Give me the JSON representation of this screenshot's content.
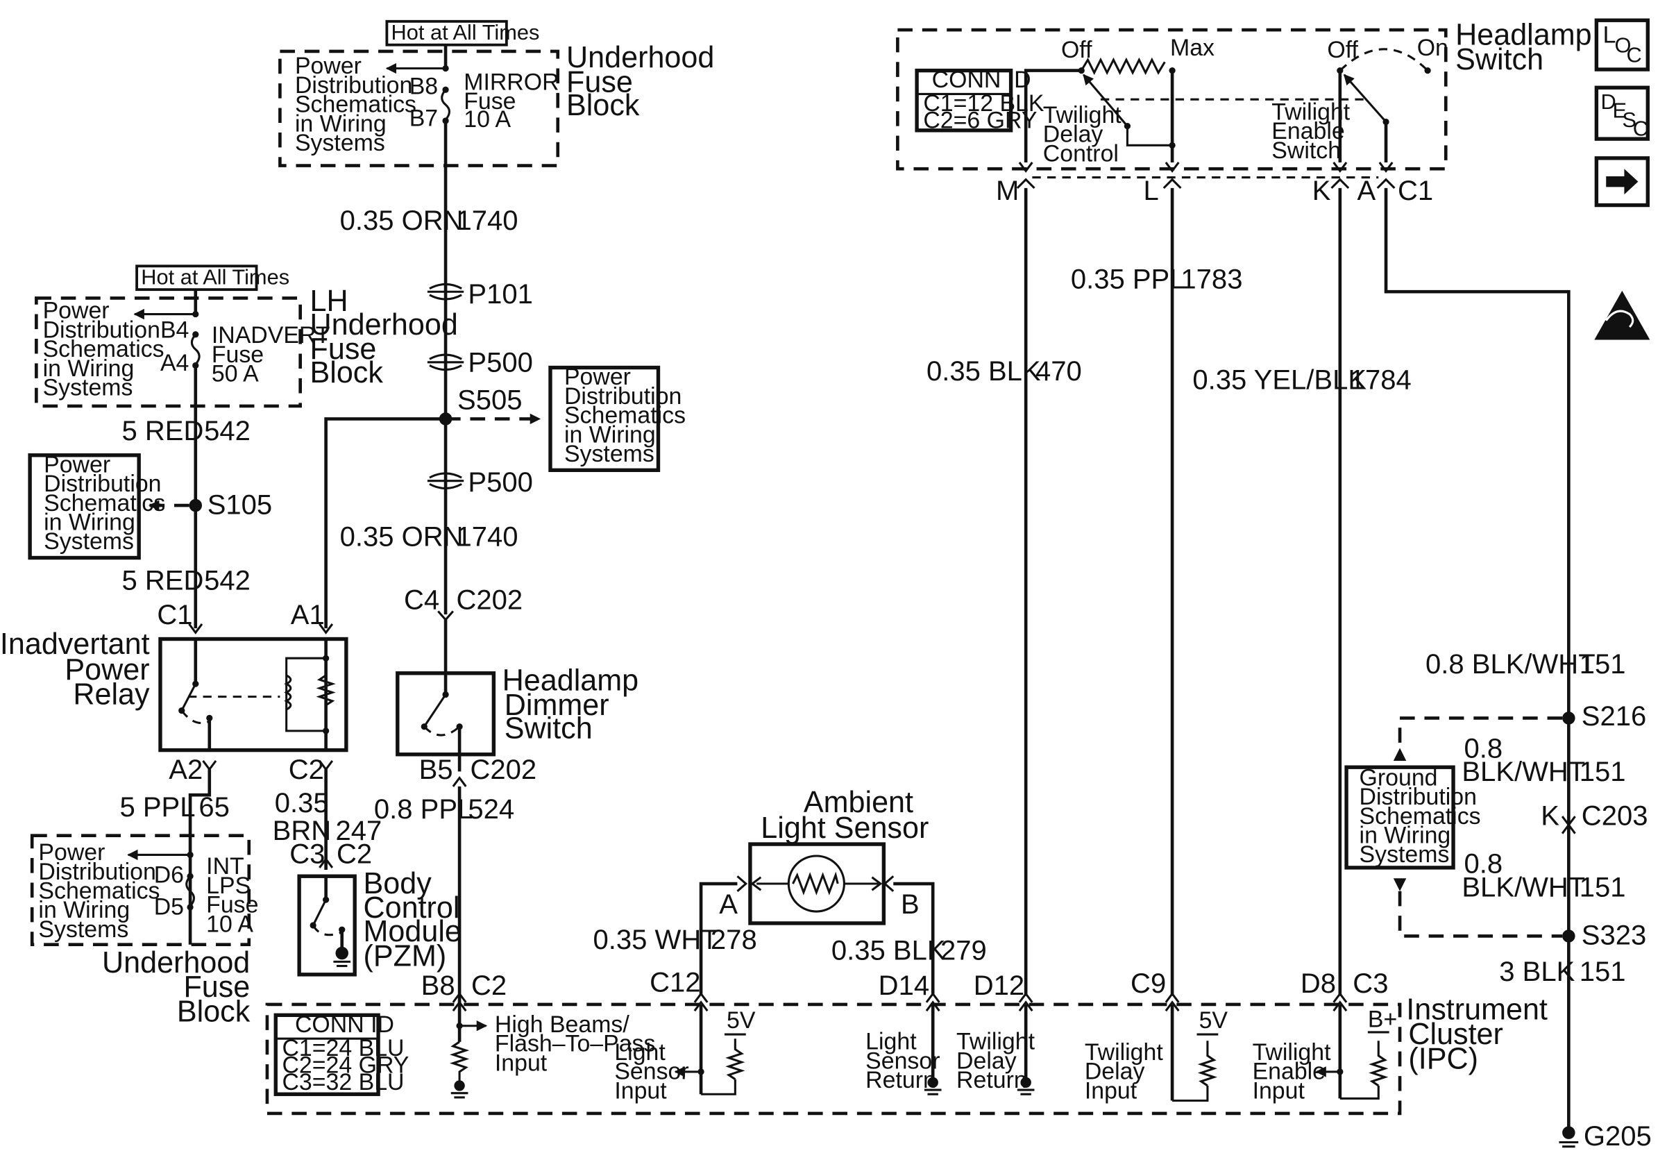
{
  "header_labels": {
    "hot_mirror": "Hot at All Times",
    "hot_inadvert": "Hot at All Times"
  },
  "nav_icons": {
    "loc": {
      "l": "L",
      "o": "O",
      "c": "C",
      "icon": "location-icon"
    },
    "desc": {
      "d": "D",
      "e": "E",
      "s": "S",
      "c": "C",
      "icon": "description-icon"
    },
    "next": {
      "icon": "arrow-right-icon"
    },
    "esd": {
      "icon": "esd-warning-icon"
    }
  },
  "underhood_fuse_block": {
    "title_lines": [
      "Underhood",
      "Fuse",
      "Block"
    ],
    "ref_lines": [
      "Power",
      "Distribution",
      "Schematics",
      "in Wiring",
      "Systems"
    ],
    "pin_top": "B8",
    "pin_bottom": "B7",
    "fuse_lines": [
      "MIRROR",
      "Fuse",
      "10 A"
    ]
  },
  "lh_fuse_block": {
    "title_lines": [
      "LH",
      "Underhood",
      "Fuse",
      "Block"
    ],
    "ref_lines": [
      "Power",
      "Distribution",
      "Schematics",
      "in Wiring",
      "Systems"
    ],
    "pin_top": "B4",
    "pin_bottom": "A4",
    "fuse_lines": [
      "INADVERT",
      "Fuse",
      "50 A"
    ]
  },
  "lower_fuse_block": {
    "title_lines": [
      "Underhood",
      "Fuse",
      "Block"
    ],
    "ref_lines": [
      "Power",
      "Distribution",
      "Schematics",
      "in Wiring",
      "Systems"
    ],
    "pin_top": "D6",
    "pin_bottom": "D5",
    "fuse_lines": [
      "INT",
      "LPS",
      "Fuse",
      "10 A"
    ]
  },
  "power_ref_s505": [
    "Power",
    "Distribution",
    "Schematics",
    "in Wiring",
    "Systems"
  ],
  "power_ref_s105": [
    "Power",
    "Distribution",
    "Schematics",
    "in Wiring",
    "Systems"
  ],
  "ground_ref": [
    "Ground",
    "Distribution",
    "Schematics",
    "in Wiring",
    "Systems"
  ],
  "wires": {
    "orn_upper": {
      "gauge": "0.35 ORN",
      "circuit": "1740"
    },
    "orn_lower": {
      "gauge": "0.35 ORN",
      "circuit": "1740"
    },
    "red_upper": {
      "gauge": "5 RED",
      "circuit": "542"
    },
    "red_lower": {
      "gauge": "5 RED",
      "circuit": "542"
    },
    "ppl_65": {
      "gauge": "5 PPL",
      "circuit": "65"
    },
    "brn_247": {
      "gauge_l1": "0.35",
      "gauge_l2": "BRN",
      "circuit": "247"
    },
    "ppl_524": {
      "gauge": "0.8 PPL",
      "circuit": "524"
    },
    "wht_278": {
      "gauge": "0.35 WHT",
      "circuit": "278"
    },
    "blk_279": {
      "gauge": "0.35 BLK",
      "circuit": "279"
    },
    "blk_470": {
      "gauge": "0.35 BLK",
      "circuit": "470"
    },
    "ppl_1783": {
      "gauge": "0.35 PPL",
      "circuit": "1783"
    },
    "yelblk_1784": {
      "gauge": "0.35 YEL/BLK",
      "circuit": "1784"
    },
    "blkwht_151a": {
      "gauge": "0.8 BLK/WHT",
      "circuit": "151"
    },
    "blkwht_151b": {
      "gauge_l1": "0.8",
      "gauge_l2": "BLK/WHT",
      "circuit": "151"
    },
    "blkwht_151c": {
      "gauge_l1": "0.8",
      "gauge_l2": "BLK/WHT",
      "circuit": "151"
    },
    "blk_151": {
      "gauge": "3 BLK",
      "circuit": "151"
    }
  },
  "connectors": {
    "p101": "P101",
    "p500a": "P500",
    "p500b": "P500",
    "s505": "S505",
    "s105": "S105",
    "s216": "S216",
    "s323": "S323",
    "g205": "G205",
    "c4": "C4",
    "c202a": "C202",
    "b5": "B5",
    "c202b": "C202",
    "c1_relay": "C1",
    "a1_relay": "A1",
    "a2_relay": "A2",
    "c2_relay": "C2",
    "c3_bcm": "C3",
    "c2_bcm": "C2",
    "k_c203": "K",
    "c203": "C203",
    "hs_m": "M",
    "hs_l": "L",
    "hs_k": "K",
    "hs_a": "A",
    "hs_c1": "C1",
    "ipc_b8": "B8",
    "ipc_c2": "C2",
    "ipc_c12": "C12",
    "ipc_d14": "D14",
    "ipc_d12": "D12",
    "ipc_c9": "C9",
    "ipc_d8": "D8",
    "ipc_c3": "C3",
    "als_a": "A",
    "als_b": "B"
  },
  "inadvertent_relay": {
    "title_lines": [
      "Inadvertant",
      "Power",
      "Relay"
    ]
  },
  "dimmer_switch": {
    "title_lines": [
      "Headlamp",
      "Dimmer",
      "Switch"
    ]
  },
  "bcm": {
    "title_lines": [
      "Body",
      "Control",
      "Module",
      "(PZM)"
    ]
  },
  "ambient_sensor": {
    "title_lines": [
      "Ambient",
      "Light Sensor"
    ]
  },
  "headlamp_switch": {
    "title_lines": [
      "Headlamp",
      "Switch"
    ],
    "conn_id_title": "CONN ID",
    "conn_id_lines": [
      "C1=12 BLK",
      "C2=6 GRY"
    ],
    "off_left": "Off",
    "max": "Max",
    "off_right": "Off",
    "on": "On",
    "delay_lines": [
      "Twilight",
      "Delay",
      "Control"
    ],
    "enable_lines": [
      "Twilight",
      "Enable",
      "Switch"
    ]
  },
  "ipc": {
    "title_lines": [
      "Instrument",
      "Cluster",
      "(IPC)"
    ],
    "conn_id_title": "CONN ID",
    "conn_id_lines": [
      "C1=24 BLU",
      "C2=24 GRY",
      "C3=32 BLU"
    ],
    "high_beam_lines": [
      "High Beams/",
      "Flash–To–Pass",
      "Input"
    ],
    "light_sensor_input": [
      "Light",
      "Sensor",
      "Input"
    ],
    "light_sensor_return": [
      "Light",
      "Sensor",
      "Return"
    ],
    "twilight_delay_return": [
      "Twilight",
      "Delay",
      "Return"
    ],
    "twilight_delay_input": [
      "Twilight",
      "Delay",
      "Input"
    ],
    "twilight_enable_input": [
      "Twilight",
      "Enable",
      "Input"
    ],
    "v5a": "5V",
    "v5b": "5V",
    "bplus": "B+"
  }
}
